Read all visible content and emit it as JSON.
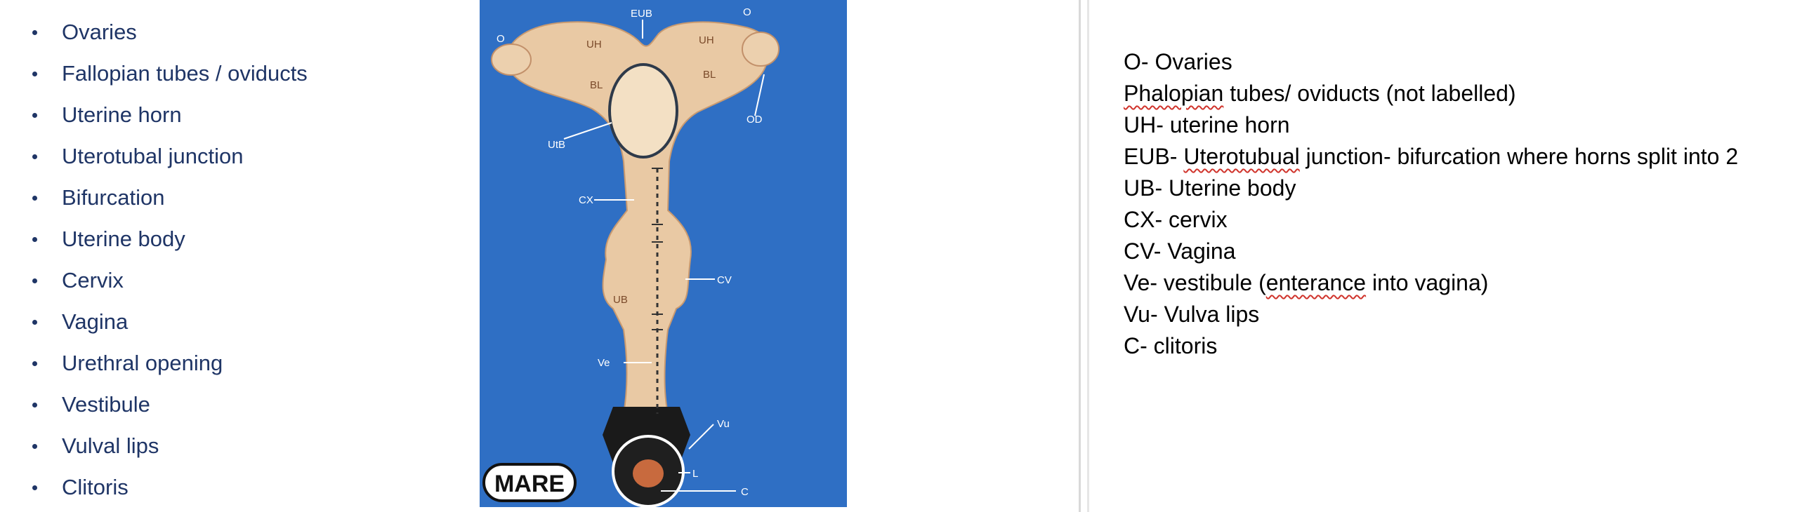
{
  "bullet_list": [
    "Ovaries",
    "Fallopian tubes / oviducts",
    "Uterine horn",
    "Uterotubal junction",
    "Bifurcation",
    "Uterine body",
    "Cervix",
    "Vagina",
    "Urethral opening",
    "Vestibule",
    "Vulval lips",
    "Clitoris"
  ],
  "diagram": {
    "labels": {
      "eub": "EUB",
      "o_left": "O",
      "o_right": "O",
      "uh_left": "UH",
      "uh_right": "UH",
      "bl_left": "BL",
      "bl_right": "BL",
      "od": "OD",
      "utb": "UtB",
      "cx": "CX",
      "cv": "CV",
      "ub": "UB",
      "ve": "Ve",
      "vu": "Vu",
      "l": "L",
      "c": "C"
    },
    "watermark": "MARE",
    "colors": {
      "background": "#2f6fc4",
      "tissue": "#e9c9a4"
    }
  },
  "notes": [
    {
      "before": "O- Ovaries",
      "squiggle": "",
      "after": ""
    },
    {
      "before": "",
      "squiggle": "Phalopian",
      "after": " tubes/ oviducts (not labelled)"
    },
    {
      "before": "UH- uterine horn",
      "squiggle": "",
      "after": ""
    },
    {
      "before": "EUB- ",
      "squiggle": "Uterotubual",
      "after": " junction- bifurcation where horns split into 2"
    },
    {
      "before": "UB- Uterine body",
      "squiggle": "",
      "after": ""
    },
    {
      "before": "CX- cervix",
      "squiggle": "",
      "after": ""
    },
    {
      "before": "CV- Vagina",
      "squiggle": "",
      "after": ""
    },
    {
      "before": "Ve- vestibule (",
      "squiggle": "enterance",
      "after": " into vagina)"
    },
    {
      "before": "Vu- Vulva lips",
      "squiggle": "",
      "after": ""
    },
    {
      "before": "C- clitoris",
      "squiggle": "",
      "after": ""
    }
  ]
}
